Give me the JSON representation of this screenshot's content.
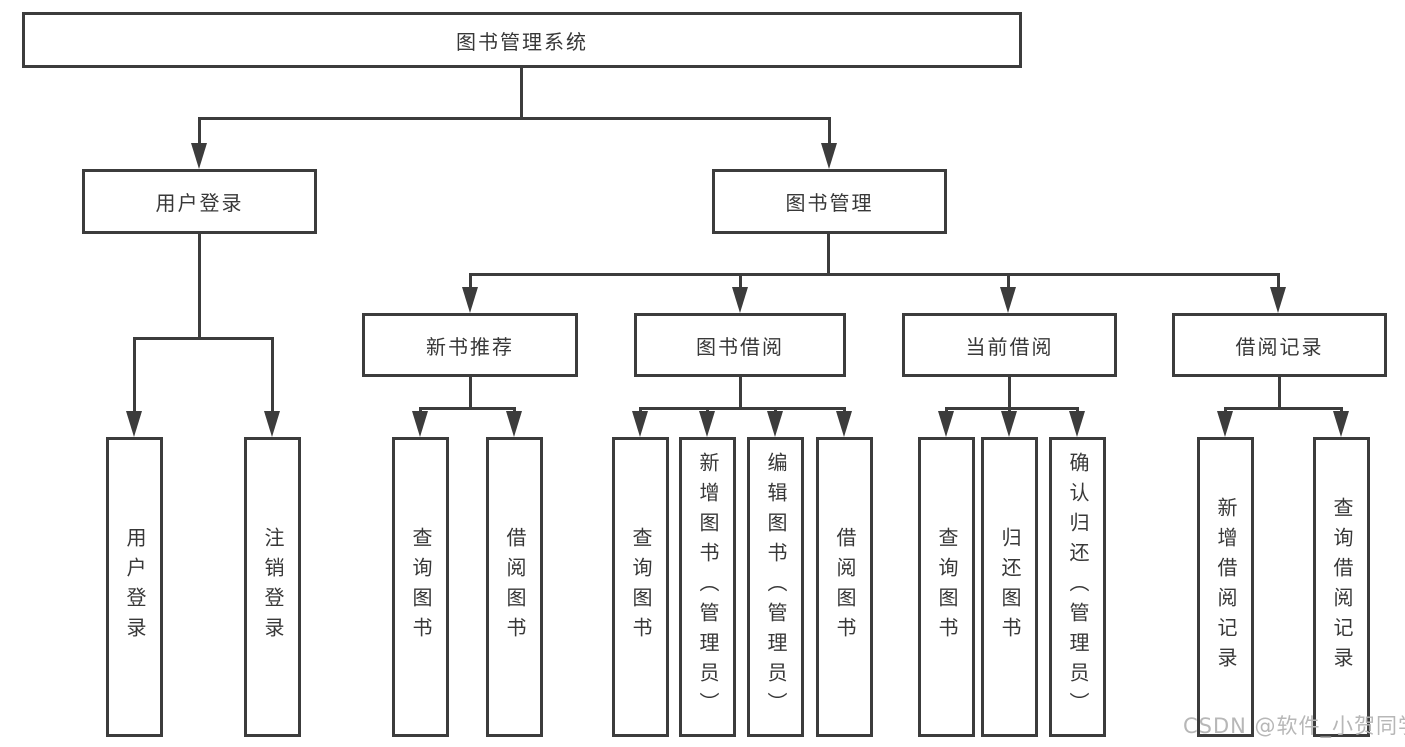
{
  "diagram": {
    "root": {
      "label": "图书管理系统"
    },
    "level2": [
      {
        "label": "用户登录"
      },
      {
        "label": "图书管理"
      }
    ],
    "level3": [
      {
        "label": "新书推荐"
      },
      {
        "label": "图书借阅"
      },
      {
        "label": "当前借阅"
      },
      {
        "label": "借阅记录"
      }
    ],
    "leaves": [
      {
        "label": "用户登录"
      },
      {
        "label": "注销登录"
      },
      {
        "label": "查询图书"
      },
      {
        "label": "借阅图书"
      },
      {
        "label": "查询图书"
      },
      {
        "label": "新增图书（管理员）"
      },
      {
        "label": "编辑图书（管理员）"
      },
      {
        "label": "借阅图书"
      },
      {
        "label": "查询图书"
      },
      {
        "label": "归还图书"
      },
      {
        "label": "确认归还（管理员）"
      },
      {
        "label": "新增借阅记录"
      },
      {
        "label": "查询借阅记录"
      }
    ]
  },
  "watermark": {
    "text": "CSDN @软件_小贺同学"
  },
  "colors": {
    "line": "#3c3c3c",
    "text": "#383838",
    "watermark": "#b7b7b7",
    "background": "#ffffff"
  }
}
